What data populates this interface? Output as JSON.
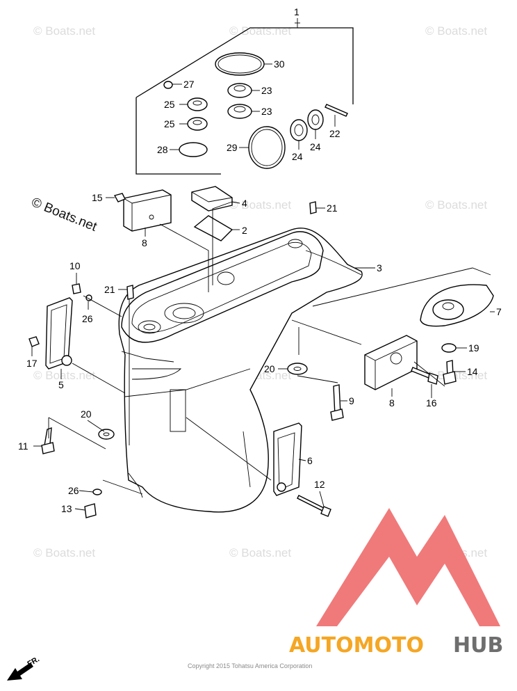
{
  "watermark": "© Boats.net",
  "copyright": "Copyright 2015 Tohatsu America Corporation",
  "front_marker": "FR.",
  "logo": {
    "part1": "AUTOMOTO",
    "part2": "HUB",
    "color1": "#f5a623",
    "color2": "#6e6e6e",
    "mark_color": "#f07a7a"
  },
  "callouts": [
    "1",
    "2",
    "3",
    "4",
    "5",
    "6",
    "7",
    "8",
    "8",
    "9",
    "10",
    "11",
    "12",
    "13",
    "14",
    "15",
    "16",
    "17",
    "19",
    "20",
    "20",
    "21",
    "21",
    "22",
    "23",
    "23",
    "24",
    "24",
    "25",
    "25",
    "26",
    "26",
    "27",
    "28",
    "29",
    "30"
  ]
}
